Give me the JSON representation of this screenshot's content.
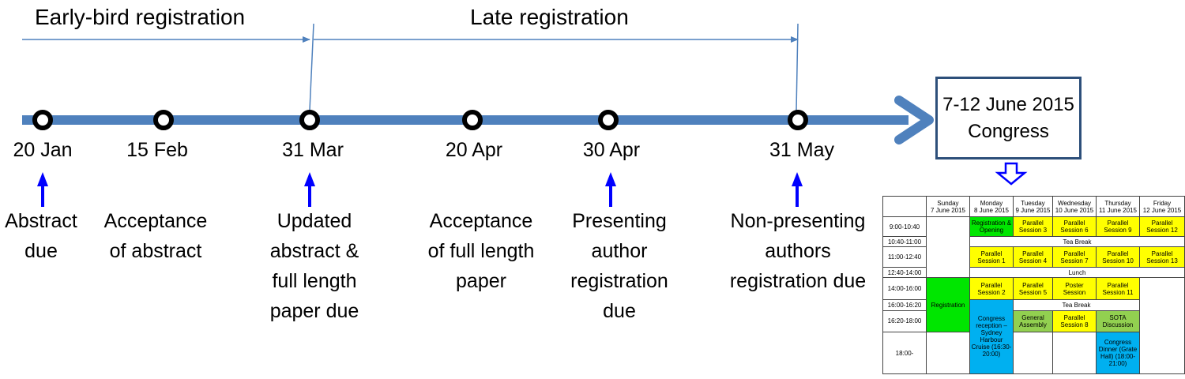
{
  "periods": {
    "early": "Early-bird registration",
    "late": "Late registration"
  },
  "milestones": [
    {
      "date": "20 Jan",
      "lines": [
        "Abstract",
        "due"
      ],
      "has_arrow": true
    },
    {
      "date": "15 Feb",
      "lines": [
        "Acceptance",
        "of abstract"
      ],
      "has_arrow": false
    },
    {
      "date": "31 Mar",
      "lines": [
        "Updated",
        "abstract &",
        "full length",
        "paper due"
      ],
      "has_arrow": true
    },
    {
      "date": "20 Apr",
      "lines": [
        "Acceptance",
        "of full length",
        "paper"
      ],
      "has_arrow": false
    },
    {
      "date": "30 Apr",
      "lines": [
        "Presenting",
        "author",
        "registration",
        "due"
      ],
      "has_arrow": true
    },
    {
      "date": "31 May",
      "lines": [
        "Non-presenting",
        "authors",
        "registration due"
      ],
      "has_arrow": true
    }
  ],
  "congress": {
    "line1": "7-12 June 2015",
    "line2": "Congress"
  },
  "schedule": {
    "days": [
      {
        "day": "Sunday",
        "date": "7 June 2015"
      },
      {
        "day": "Monday",
        "date": "8 June 2015"
      },
      {
        "day": "Tuesday",
        "date": "9 June 2015"
      },
      {
        "day": "Wednesday",
        "date": "10 June 2015"
      },
      {
        "day": "Thursday",
        "date": "11 June 2015"
      },
      {
        "day": "Friday",
        "date": "12 June 2015"
      }
    ],
    "times": [
      "9:00-10:40",
      "10:40-11:00",
      "11:00-12:40",
      "12:40-14:00",
      "14:00-16:00",
      "16:00-16:20",
      "16:20-18:00",
      "18:00-"
    ],
    "cells": {
      "registration_opening": "Registration & Opening",
      "ps3": "Parallel Session 3",
      "ps6": "Parallel Session 6",
      "ps9": "Parallel Session 9",
      "ps12": "Parallel Session 12",
      "tea1": "Tea Break",
      "ps1": "Parallel Session 1",
      "ps4": "Parallel Session 4",
      "ps7": "Parallel Session 7",
      "ps10": "Parallel Session 10",
      "ps13": "Parallel Session 13",
      "lunch": "Lunch",
      "registration": "Registration",
      "ps2": "Parallel Session 2",
      "ps5": "Parallel Session 5",
      "poster": "Poster Session",
      "ps11": "Parallel Session 11",
      "reception": "Congress reception – Sydney Harbour Cruise (16:30-20:00)",
      "tea2": "Tea Break",
      "general": "General Assembly",
      "ps8": "Parallel Session 8",
      "sota": "SOTA Discussion",
      "dinner": "Congress Dinner (Grate Hall) (18:00-21:00)"
    }
  },
  "colors": {
    "timeline": "#4f81bd",
    "bracket": "#4f81bd",
    "arrow": "#0000ff",
    "box_border": "#2d4f7a",
    "session_yellow": "#ffff00",
    "registration_green": "#00e600",
    "assembly_green": "#92d050",
    "social_blue": "#00b0f0"
  }
}
